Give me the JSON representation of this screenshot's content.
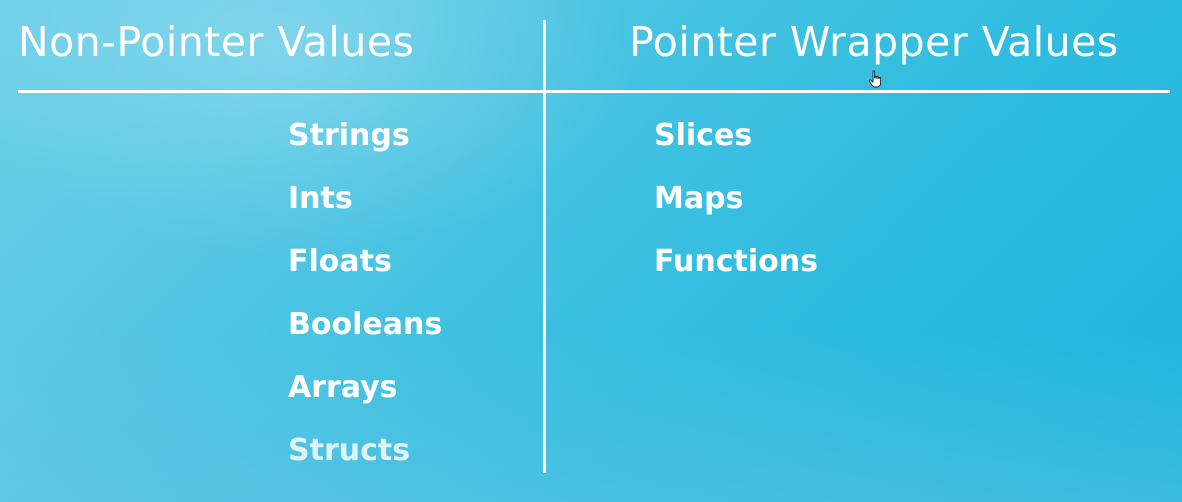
{
  "columns": {
    "left": {
      "title": "Non-Pointer Values",
      "items": [
        "Strings",
        "Ints",
        "Floats",
        "Booleans",
        "Arrays",
        "Structs"
      ]
    },
    "right": {
      "title": "Pointer Wrapper Values",
      "items": [
        "Slices",
        "Maps",
        "Functions"
      ]
    }
  },
  "icons": {
    "cursor": "hand-pointer-cursor-icon"
  },
  "colors": {
    "background_light": "#6fd0e8",
    "background_dark": "#1bb3dc",
    "text": "#ffffff"
  }
}
